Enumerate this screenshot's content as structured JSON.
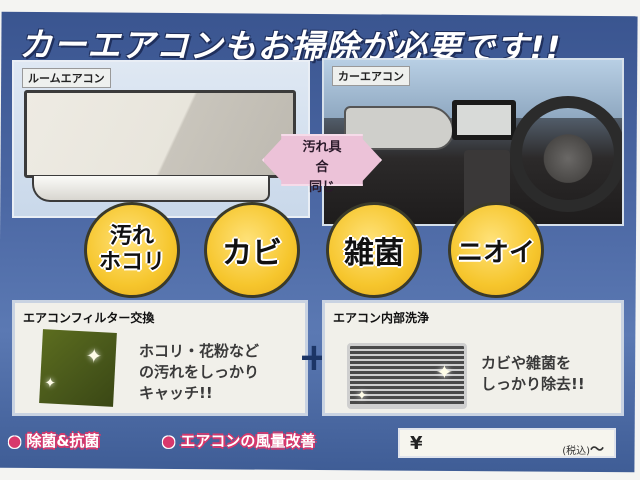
{
  "title": "カーエアコンもお掃除が必要です!!",
  "panels": {
    "room": {
      "label": "ルームエアコン"
    },
    "car": {
      "label": "カーエアコン"
    },
    "comparison": {
      "line1": "汚れ具合",
      "line2": "同じ"
    }
  },
  "problems": [
    {
      "line1": "汚れ",
      "line2": "ホコリ"
    },
    {
      "line1": "カビ"
    },
    {
      "line1": "雑菌"
    },
    {
      "line1": "ニオイ"
    }
  ],
  "services": {
    "filter": {
      "title": "エアコンフィルター交換",
      "desc": [
        "ホコリ・花粉など",
        "の汚れをしっかり",
        "キャッチ!!"
      ]
    },
    "wash": {
      "title": "エアコン内部洗浄",
      "desc": [
        "カビや雑菌を",
        "しっかり除去!!"
      ]
    },
    "plus_symbol": "+"
  },
  "features": [
    {
      "bullet": "●",
      "label": "除菌&抗菌"
    },
    {
      "bullet": "●",
      "label": "エアコンの風量改善"
    }
  ],
  "price": {
    "currency": "¥",
    "value": "",
    "tax_note": "(税込)",
    "suffix": "〜"
  },
  "icons": {
    "sparkle": "✦"
  },
  "colors": {
    "background_blue": "#4b67a3",
    "circle_yellow": "#f6c62d",
    "accent_pink": "#d8386c",
    "badge_pink": "#ecc2d8"
  }
}
